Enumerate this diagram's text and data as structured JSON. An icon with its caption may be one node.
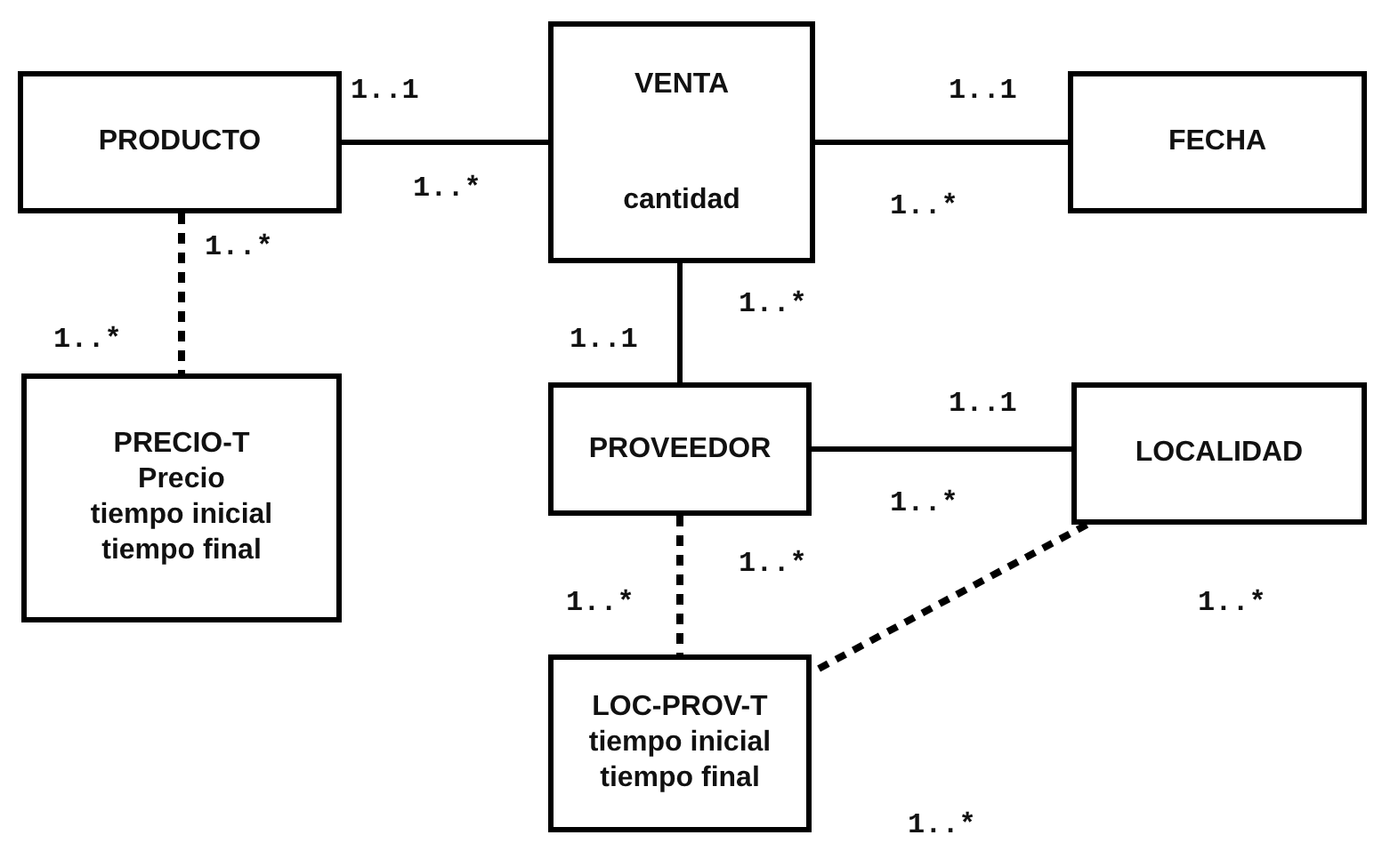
{
  "diagram": {
    "nodes": [
      {
        "text": [
          "PRODUCTO"
        ]
      },
      {
        "text": [
          "VENTA",
          "cantidad"
        ]
      },
      {
        "text": [
          "FECHA"
        ]
      },
      {
        "text": [
          "PRECIO-T",
          "Precio",
          "tiempo inicial",
          "tiempo final"
        ]
      },
      {
        "text": [
          "PROVEEDOR"
        ]
      },
      {
        "text": [
          "LOCALIDAD"
        ]
      },
      {
        "text": [
          "LOC-PROV-T",
          "tiempo inicial",
          "tiempo final"
        ]
      }
    ],
    "edges": [
      {
        "from": 0,
        "to": 1,
        "arrow": "none"
      },
      {
        "from": 1,
        "to": 2,
        "arrow": "none"
      },
      {
        "from": 0,
        "to": 3,
        "arrow": "none",
        "style": "dashed"
      },
      {
        "from": 1,
        "to": 4,
        "arrow": "none"
      },
      {
        "from": 4,
        "to": 5,
        "arrow": "none"
      },
      {
        "from": 4,
        "to": 6,
        "arrow": "none",
        "style": "dashed"
      },
      {
        "from": 5,
        "to": 6,
        "arrow": "none",
        "style": "dashed"
      }
    ],
    "labels": [
      "1..1",
      "1..1",
      "1..*",
      "1..*",
      "1..*",
      "1..*",
      "1..*",
      "1..1",
      "1..1",
      "1..*",
      "1..*",
      "1..*",
      "1..*",
      "1..*"
    ]
  }
}
